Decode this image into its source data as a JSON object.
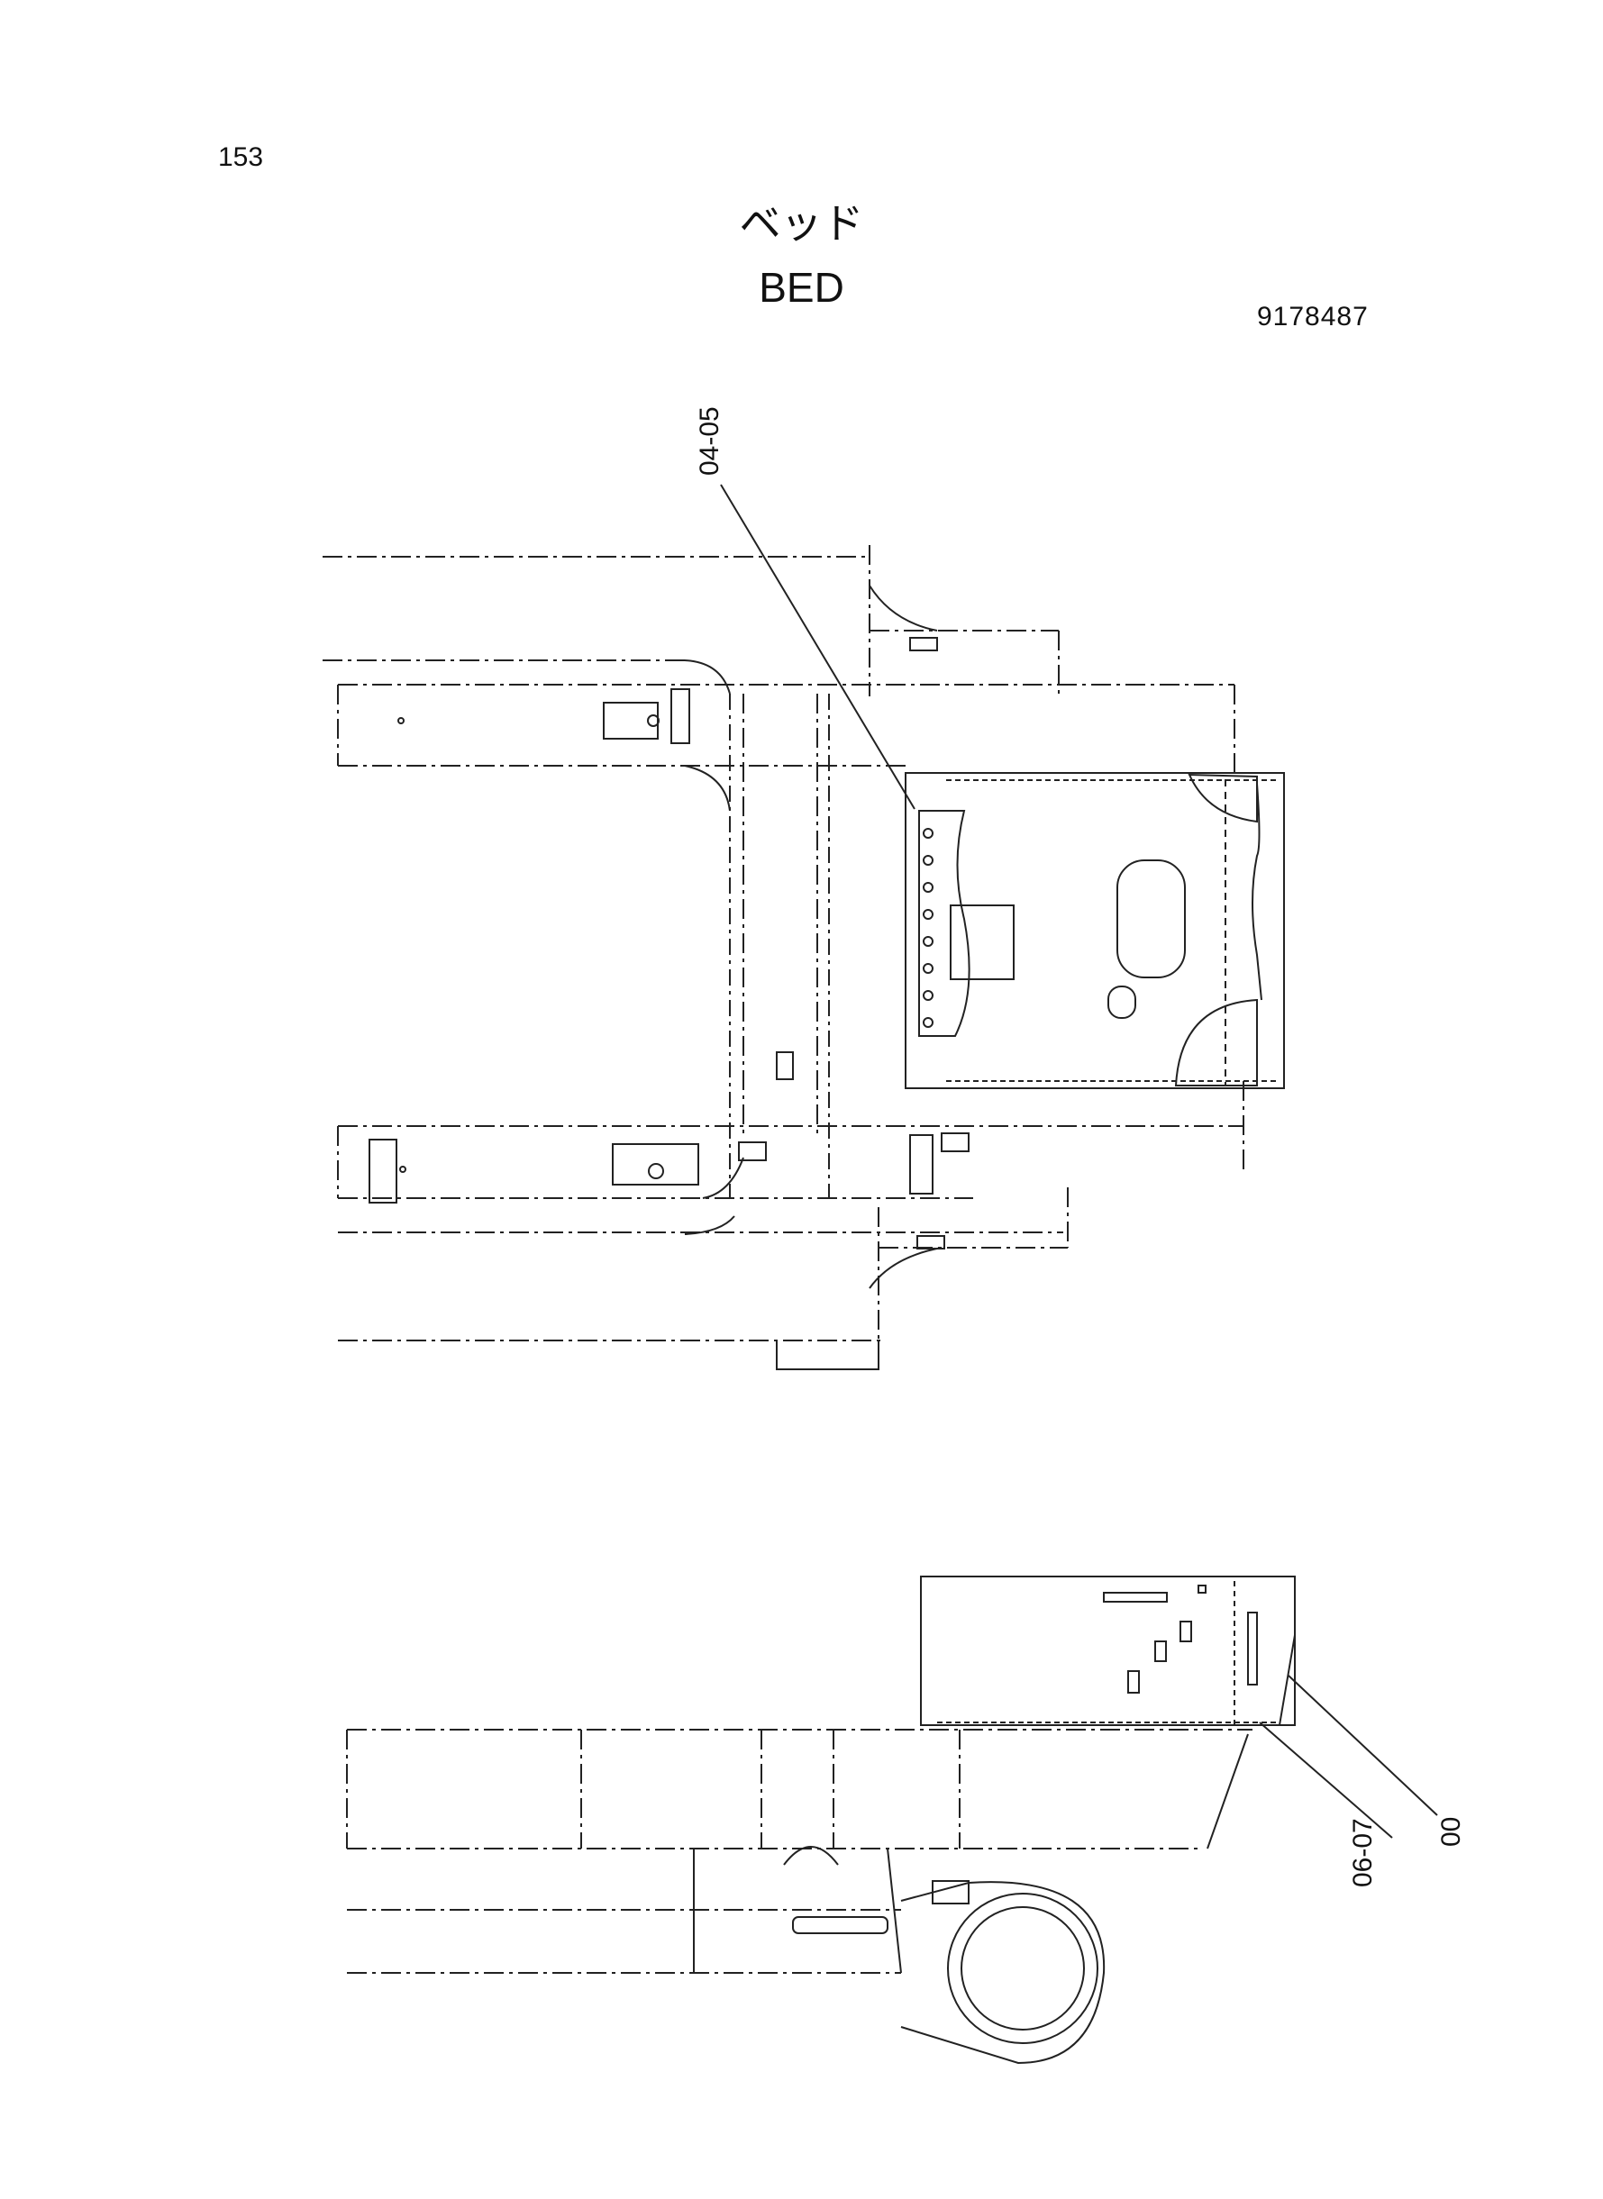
{
  "header": {
    "page_number": "153",
    "title_ja": "ベッド",
    "title_en": "BED",
    "part_number": "9178487"
  },
  "callouts": {
    "top_view": [
      "04-05"
    ],
    "side_view": [
      "06-07",
      "00"
    ]
  }
}
